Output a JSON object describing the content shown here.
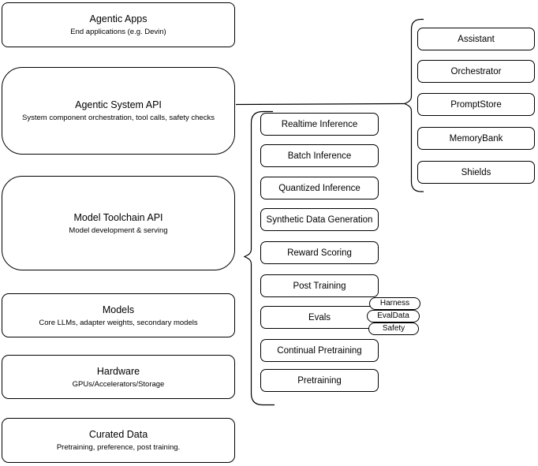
{
  "diagram": {
    "colors": {
      "stroke": "#000000",
      "background": "#ffffff",
      "text": "#000000"
    },
    "left_column": {
      "boxes": [
        {
          "title": "Agentic Apps",
          "subtitle": "End applications (e.g. Devin)"
        },
        {
          "title": "Agentic System API",
          "subtitle": "System component orchestration, tool calls, safety checks"
        },
        {
          "title": "Model Toolchain API",
          "subtitle": "Model development & serving"
        },
        {
          "title": "Models",
          "subtitle": "Core LLMs, adapter weights, secondary models"
        },
        {
          "title": "Hardware",
          "subtitle": "GPUs/Accelerators/Storage"
        },
        {
          "title": "Curated Data",
          "subtitle": "Pretraining, preference, post training."
        }
      ]
    },
    "toolchain_services": {
      "items": [
        "Realtime Inference",
        "Batch Inference",
        "Quantized Inference",
        "Synthetic Data Generation",
        "Reward Scoring",
        "Post Training",
        "Evals",
        "Continual Pretraining",
        "Pretraining"
      ]
    },
    "eval_tags": [
      "Harness",
      "EvalData",
      "Safety"
    ],
    "system_components": {
      "items": [
        "Assistant",
        "Orchestrator",
        "PromptStore",
        "MemoryBank",
        "Shields"
      ]
    }
  }
}
